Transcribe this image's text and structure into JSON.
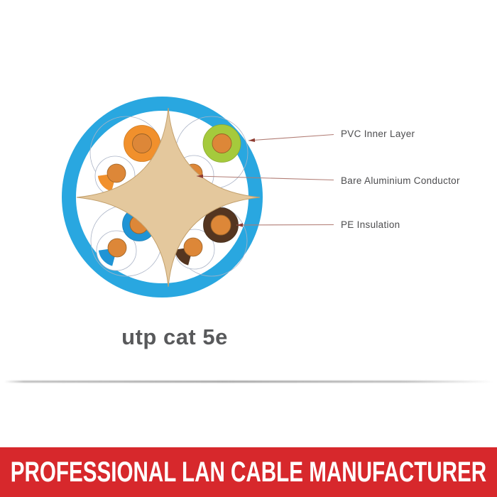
{
  "diagram": {
    "product_label": "utp cat 5e",
    "annotations": [
      {
        "label": "PVC Inner Layer"
      },
      {
        "label": "Bare Aluminium Conductor"
      },
      {
        "label": "PE Insulation"
      }
    ],
    "colors": {
      "jacket_blue": "#29a7e0",
      "pair_orange": "#f1902c",
      "pair_green": "#a5ca3c",
      "pair_blue": "#2094d5",
      "pair_brown": "#543520",
      "conductor_orange": "#dd8738",
      "separator_beige": "#e4c89d",
      "circle_outline": "#aab3c6",
      "leader_line": "#b17c74",
      "arrowhead": "#8e3b31",
      "label_text": "#4d4d4f",
      "product_text": "#58595b"
    }
  },
  "banner": {
    "text": "PROFESSIONAL LAN CABLE MANUFACTURER",
    "background": "#d7282c",
    "text_color": "#ffffff"
  }
}
